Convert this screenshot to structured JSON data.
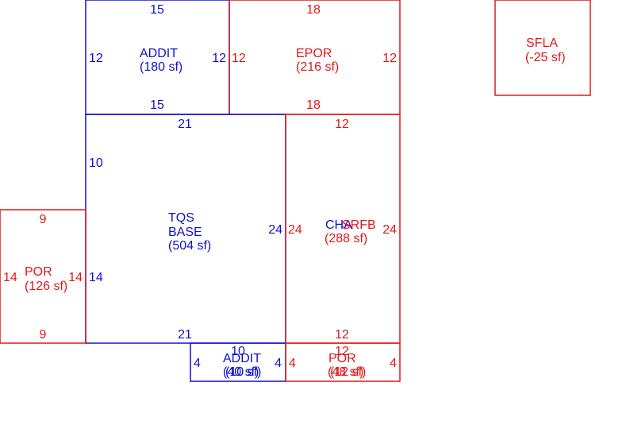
{
  "colors": {
    "blue": "#1010d0",
    "red": "#e01818",
    "background": "#ffffff"
  },
  "areas": {
    "addit_top": {
      "name": "ADDIT",
      "area": "(180 sf)",
      "top": "15",
      "bottom": "15",
      "left": "12",
      "right": "12"
    },
    "epor": {
      "name": "EPOR",
      "area": "(216 sf)",
      "top": "18",
      "bottom": "18",
      "left": "12",
      "right": "12"
    },
    "sfla": {
      "name": "SFLA",
      "area": "(-25 sf)"
    },
    "tqs_base": {
      "line1": "TQS",
      "line2": "BASE",
      "area": "(504 sf)",
      "top": "21",
      "bottom": "21",
      "left": "10",
      "left_lower": "14",
      "right": "24"
    },
    "cha_srfb": {
      "name_a": "CHA",
      "name_b": "SRFB",
      "area": "(288 sf)",
      "top": "12",
      "bottom": "12",
      "left": "24",
      "right": "24"
    },
    "por_left": {
      "name": "POR",
      "area": "(126 sf)",
      "top": "9",
      "bottom": "9",
      "left": "14",
      "right": "14"
    },
    "addit_bottom": {
      "name": "ADDIT",
      "area_a": "(40 sf)",
      "area_b": "(10 sf)",
      "top": "10",
      "left": "4",
      "right": "4"
    },
    "por_bottom": {
      "name": "POR",
      "area_a": "(48 sf)",
      "area_b": "(12 sf)",
      "top": "12",
      "left": "4",
      "right": "4"
    }
  }
}
